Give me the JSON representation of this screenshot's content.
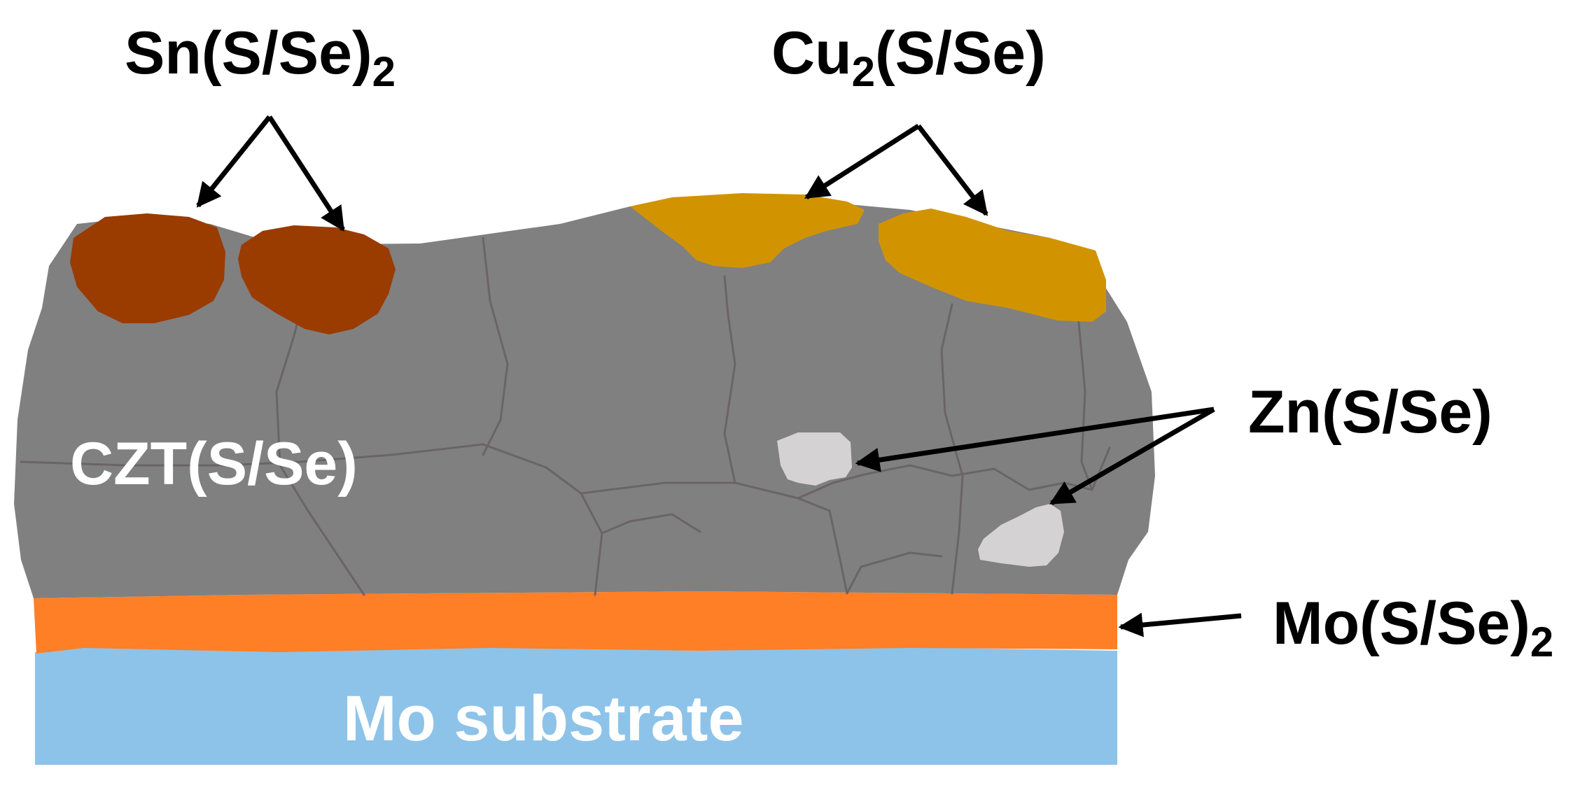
{
  "labels": {
    "sns": {
      "base": "Sn(S/Se)",
      "sub": "2"
    },
    "cus": {
      "pre": "Cu",
      "sub": "2",
      "post": "(S/Se)"
    },
    "zns": "Zn(S/Se)",
    "czts": "CZT(S/Se)",
    "mos": {
      "base": "Mo(S/Se)",
      "sub": "2"
    },
    "mo_substrate": "Mo substrate"
  },
  "colors": {
    "czts_film": "#808080",
    "grain_boundary": "#6b6466",
    "sns_phase": "#9a3b00",
    "cus_phase": "#d19400",
    "zns_phase": "#d4d2d2",
    "mos_layer": "#ff7f27",
    "mo_substrate": "#8dc3e8",
    "label_dark": "#000000",
    "label_light": "#ffffff"
  }
}
